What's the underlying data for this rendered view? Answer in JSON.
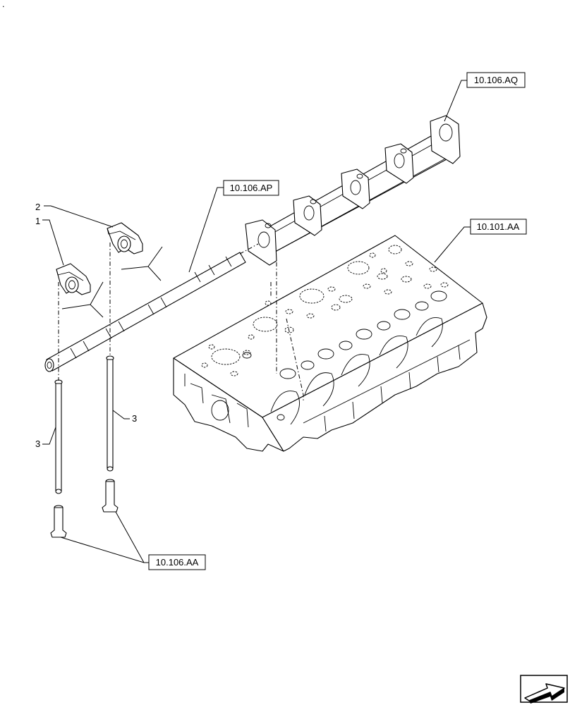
{
  "corner_mark": ".",
  "references": [
    {
      "id": "ref-rocker-support",
      "label": "10.106.AQ"
    },
    {
      "id": "ref-rocker-shaft",
      "label": "10.106.AP"
    },
    {
      "id": "ref-cylinder-head",
      "label": "10.101.AA"
    },
    {
      "id": "ref-tappet",
      "label": "10.106.AA"
    }
  ],
  "item_numbers": {
    "rocker_arm_left": "1",
    "rocker_arm_right": "2",
    "push_rod_right": "3",
    "push_rod_left": "3"
  },
  "icons": {
    "navigation": "next-page-arrow-icon"
  }
}
